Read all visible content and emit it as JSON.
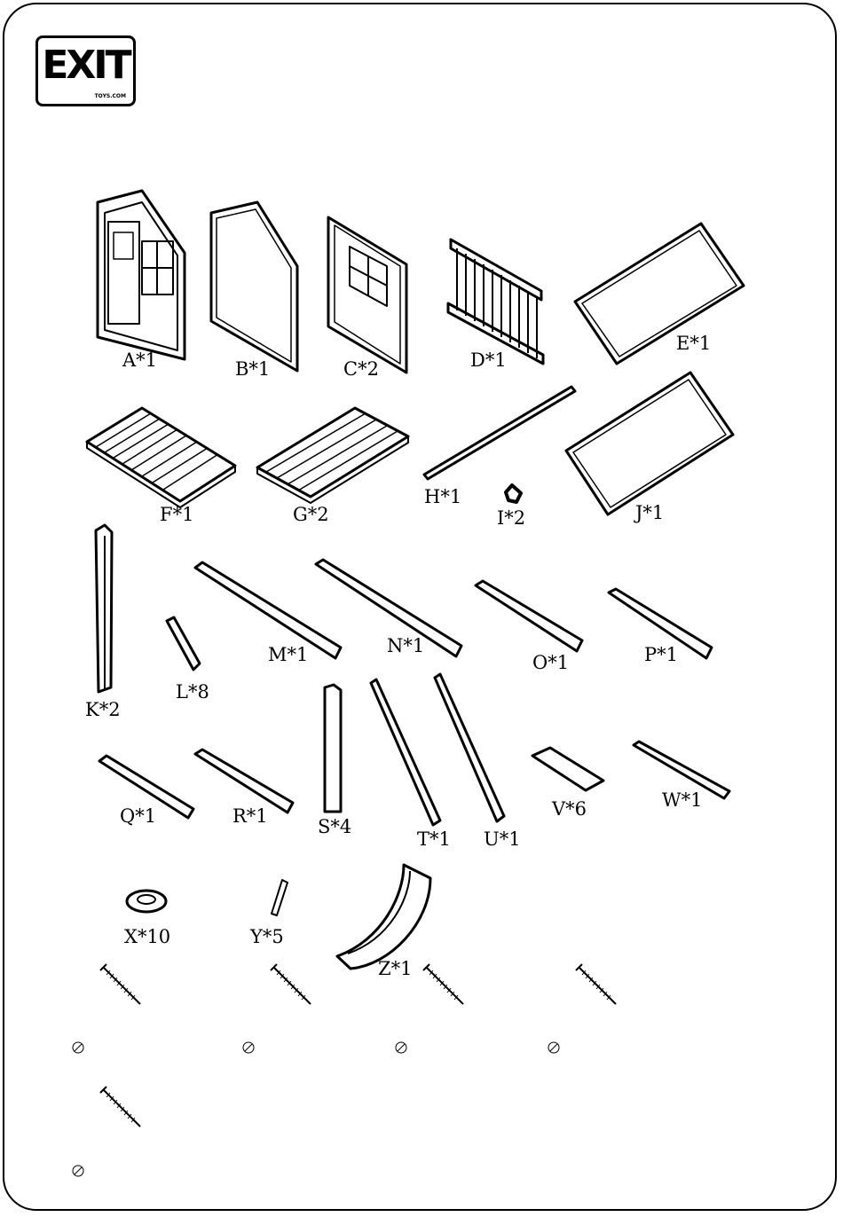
{
  "logo": {
    "brand": "EXIT",
    "sub": "TOYS.COM"
  },
  "parts": {
    "A": "A*1",
    "B": "B*1",
    "C": "C*2",
    "D": "D*1",
    "E": "E*1",
    "F": "F*1",
    "G": "G*2",
    "H": "H*1",
    "I": "I*2",
    "J": "J*1",
    "K": "K*2",
    "L": "L*8",
    "M": "M*1",
    "N": "N*1",
    "O": "O*1",
    "P": "P*1",
    "Q": "Q*1",
    "R": "R*1",
    "S": "S*4",
    "T": "T*1",
    "U": "U*1",
    "V": "V*6",
    "W": "W*1",
    "X": "X*10",
    "Y": "Y*5",
    "Z": "Z*1"
  }
}
